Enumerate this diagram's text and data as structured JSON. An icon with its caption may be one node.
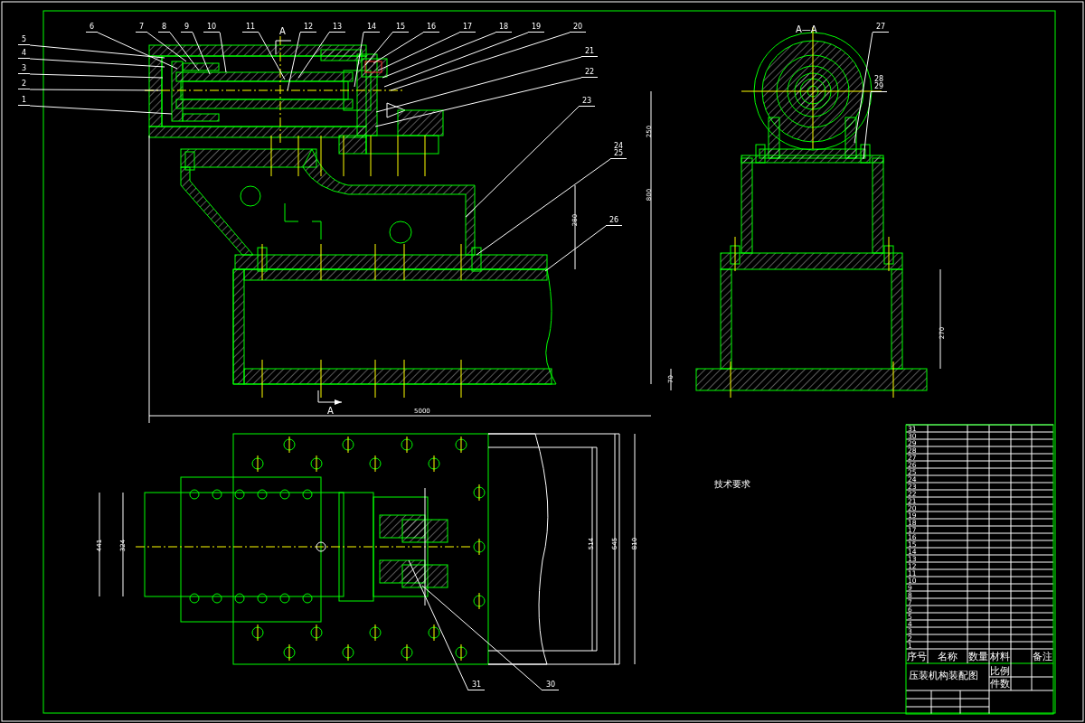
{
  "diagram": {
    "title": "压装机构装配图",
    "nodes": [
      {
        "text": [
          "1"
        ]
      },
      {
        "text": [
          "2"
        ]
      },
      {
        "text": [
          "3"
        ]
      },
      {
        "text": [
          "4"
        ]
      },
      {
        "text": [
          "5"
        ]
      },
      {
        "text": [
          "6"
        ]
      },
      {
        "text": [
          "7"
        ]
      },
      {
        "text": [
          "8"
        ]
      },
      {
        "text": [
          "9"
        ]
      },
      {
        "text": [
          "10"
        ]
      },
      {
        "text": [
          "11"
        ]
      },
      {
        "text": [
          "12"
        ]
      },
      {
        "text": [
          "13"
        ]
      },
      {
        "text": [
          "14"
        ]
      },
      {
        "text": [
          "15"
        ]
      },
      {
        "text": [
          "16"
        ]
      },
      {
        "text": [
          "17"
        ]
      },
      {
        "text": [
          "18"
        ]
      },
      {
        "text": [
          "19"
        ]
      },
      {
        "text": [
          "20"
        ]
      },
      {
        "text": [
          "21"
        ]
      },
      {
        "text": [
          "22"
        ]
      },
      {
        "text": [
          "23"
        ]
      },
      {
        "text": [
          "24",
          "25"
        ]
      },
      {
        "text": [
          "26"
        ]
      },
      {
        "text": [
          "27"
        ]
      },
      {
        "text": [
          "28",
          "29"
        ]
      },
      {
        "text": [
          "31"
        ]
      },
      {
        "text": [
          "30"
        ]
      }
    ],
    "edges": [
      {
        "from": 0,
        "to": null,
        "arrow": "none"
      },
      {
        "from": 1,
        "to": null,
        "arrow": "none"
      },
      {
        "from": 2,
        "to": null,
        "arrow": "none"
      },
      {
        "from": 3,
        "to": null,
        "arrow": "none"
      },
      {
        "from": 4,
        "to": null,
        "arrow": "none"
      },
      {
        "from": 5,
        "to": null,
        "arrow": "none"
      },
      {
        "from": 6,
        "to": null,
        "arrow": "none"
      },
      {
        "from": 7,
        "to": null,
        "arrow": "none"
      },
      {
        "from": 8,
        "to": null,
        "arrow": "none"
      },
      {
        "from": 9,
        "to": null,
        "arrow": "none"
      },
      {
        "from": 10,
        "to": null,
        "arrow": "none"
      },
      {
        "from": 11,
        "to": null,
        "arrow": "none"
      },
      {
        "from": 12,
        "to": null,
        "arrow": "none"
      },
      {
        "from": 13,
        "to": null,
        "arrow": "none"
      },
      {
        "from": 14,
        "to": null,
        "arrow": "none"
      },
      {
        "from": 15,
        "to": null,
        "arrow": "none"
      },
      {
        "from": 16,
        "to": null,
        "arrow": "none"
      },
      {
        "from": 17,
        "to": null,
        "arrow": "none"
      },
      {
        "from": 18,
        "to": null,
        "arrow": "none"
      },
      {
        "from": 19,
        "to": null,
        "arrow": "none"
      },
      {
        "from": 20,
        "to": null,
        "arrow": "none"
      },
      {
        "from": 21,
        "to": null,
        "arrow": "none"
      },
      {
        "from": 22,
        "to": null,
        "arrow": "none"
      },
      {
        "from": 23,
        "to": null,
        "arrow": "none"
      },
      {
        "from": 24,
        "to": null,
        "arrow": "none"
      },
      {
        "from": 25,
        "to": null,
        "arrow": "none"
      },
      {
        "from": 26,
        "to": null,
        "arrow": "none"
      },
      {
        "from": 27,
        "to": null,
        "arrow": "none"
      },
      {
        "from": 28,
        "to": null,
        "arrow": "none"
      }
    ],
    "labels": [
      "A",
      "A—A",
      "250",
      "800",
      "280",
      "A",
      "5000",
      "270",
      "70",
      "441",
      "324",
      "514",
      "645",
      "810",
      "技术要求",
      "31",
      "30",
      "29",
      "28",
      "27",
      "26",
      "25",
      "24",
      "23",
      "22",
      "21",
      "20",
      "19",
      "18",
      "17",
      "16",
      "15",
      "14",
      "13",
      "12",
      "11",
      "10",
      "9",
      "8",
      "7",
      "6",
      "5",
      "4",
      "3",
      "2",
      "1",
      "序号",
      "名称",
      "数量",
      "材料",
      "备注",
      "比例",
      "件数"
    ]
  }
}
